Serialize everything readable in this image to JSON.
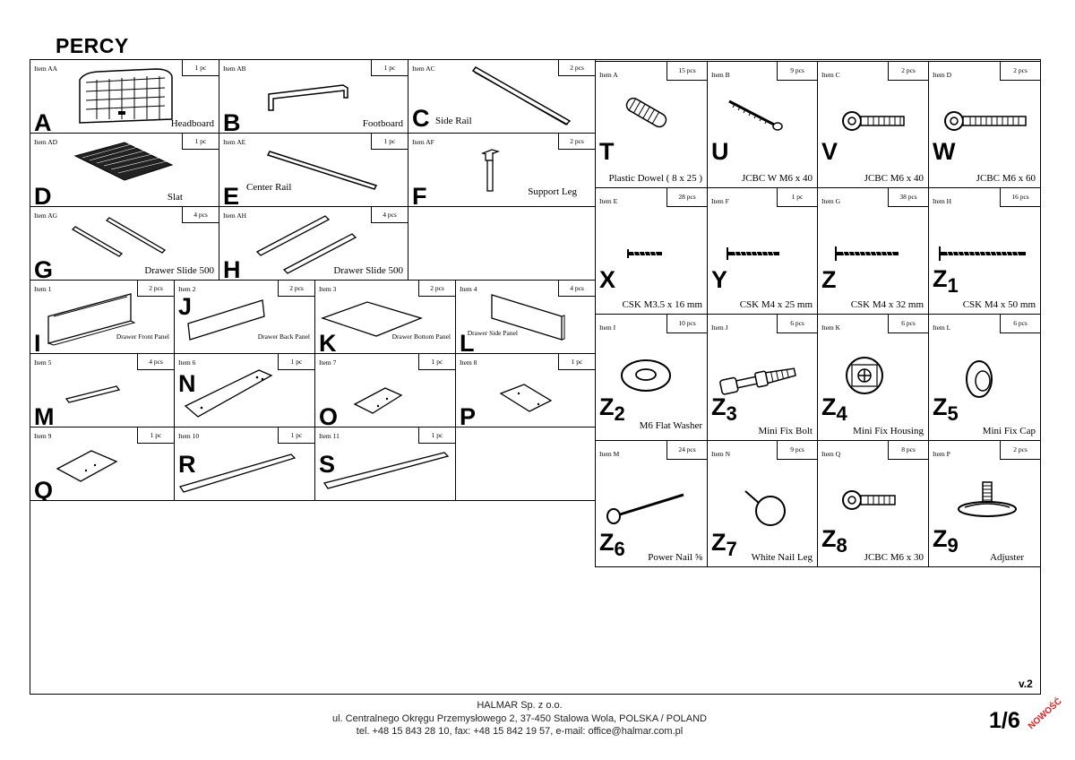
{
  "title": "PERCY",
  "version": "v.2",
  "footer": {
    "company": "HALMAR Sp. z o.o.",
    "address": "ul. Centralnego Okręgu Przemysłowego 2, 37-450 Stalowa Wola, POLSKA / POLAND",
    "contact": "tel. +48 15 843 28 10, fax: +48 15 842 19 57, e-mail: office@halmar.com.pl"
  },
  "page_number": "1/6",
  "stamp": "NOWOŚĆ",
  "parts": {
    "A": {
      "code": "Item AA",
      "qty": "1 pc",
      "letter": "A",
      "name": "Headboard"
    },
    "B": {
      "code": "Item AB",
      "qty": "1 pc",
      "letter": "B",
      "name": "Footboard"
    },
    "C": {
      "code": "Item AC",
      "qty": "2 pcs",
      "letter": "C",
      "name": "Side Rail"
    },
    "D": {
      "code": "Item AD",
      "qty": "1 pc",
      "letter": "D",
      "name": "Slat"
    },
    "E": {
      "code": "Item AE",
      "qty": "1 pc",
      "letter": "E",
      "name": "Center Rail"
    },
    "F": {
      "code": "Item AF",
      "qty": "2 pcs",
      "letter": "F",
      "name": "Support Leg"
    },
    "G": {
      "code": "Item AG",
      "qty": "4 pcs",
      "letter": "G",
      "name": "Drawer Slide 500"
    },
    "H": {
      "code": "Item AH",
      "qty": "4 pcs",
      "letter": "H",
      "name": "Drawer Slide 500"
    },
    "I": {
      "code": "Item 1",
      "qty": "2 pcs",
      "letter": "I",
      "name": "Drawer Front Panel"
    },
    "J": {
      "code": "Item 2",
      "qty": "2 pcs",
      "letter": "J",
      "name": "Drawer Back Panel"
    },
    "K": {
      "code": "Item 3",
      "qty": "2 pcs",
      "letter": "K",
      "name": "Drawer Bottom Panel"
    },
    "L": {
      "code": "Item 4",
      "qty": "4 pcs",
      "letter": "L",
      "name": "Drawer Side Panel"
    },
    "M": {
      "code": "Item 5",
      "qty": "4 pcs",
      "letter": "M",
      "name": ""
    },
    "N": {
      "code": "Item 6",
      "qty": "1 pc",
      "letter": "N",
      "name": ""
    },
    "O": {
      "code": "Item 7",
      "qty": "1 pc",
      "letter": "O",
      "name": ""
    },
    "P": {
      "code": "Item 8",
      "qty": "1 pc",
      "letter": "P",
      "name": ""
    },
    "Q": {
      "code": "Item 9",
      "qty": "1 pc",
      "letter": "Q",
      "name": ""
    },
    "R": {
      "code": "Item 10",
      "qty": "1 pc",
      "letter": "R",
      "name": ""
    },
    "S": {
      "code": "Item 11",
      "qty": "1 pc",
      "letter": "S",
      "name": ""
    }
  },
  "hardware": {
    "T": {
      "code": "Item A",
      "qty": "15 pcs",
      "letter": "T",
      "sub": "",
      "name": "Plastic Dowel ( 8 x 25 )"
    },
    "U": {
      "code": "Item B",
      "qty": "9 pcs",
      "letter": "U",
      "sub": "",
      "name": "JCBC W M6 x 40"
    },
    "V": {
      "code": "Item C",
      "qty": "2 pcs",
      "letter": "V",
      "sub": "",
      "name": "JCBC M6 x 40"
    },
    "W": {
      "code": "Item D",
      "qty": "2 pcs",
      "letter": "W",
      "sub": "",
      "name": "JCBC M6 x 60"
    },
    "X": {
      "code": "Item E",
      "qty": "28 pcs",
      "letter": "X",
      "sub": "",
      "name": "CSK M3.5 x 16 mm"
    },
    "Y": {
      "code": "Item F",
      "qty": "1 pc",
      "letter": "Y",
      "sub": "",
      "name": "CSK M4 x 25 mm"
    },
    "Z": {
      "code": "Item G",
      "qty": "38 pcs",
      "letter": "Z",
      "sub": "",
      "name": "CSK M4 x 32 mm"
    },
    "Z1": {
      "code": "Item H",
      "qty": "16 pcs",
      "letter": "Z",
      "sub": "1",
      "name": "CSK M4 x 50 mm"
    },
    "Z2": {
      "code": "Item I",
      "qty": "10 pcs",
      "letter": "Z",
      "sub": "2",
      "name": "M6 Flat Washer"
    },
    "Z3": {
      "code": "Item J",
      "qty": "6 pcs",
      "letter": "Z",
      "sub": "3",
      "name": "Mini Fix Bolt"
    },
    "Z4": {
      "code": "Item K",
      "qty": "6 pcs",
      "letter": "Z",
      "sub": "4",
      "name": "Mini Fix Housing"
    },
    "Z5": {
      "code": "Item L",
      "qty": "6 pcs",
      "letter": "Z",
      "sub": "5",
      "name": "Mini Fix Cap"
    },
    "Z6": {
      "code": "Item M",
      "qty": "24 pcs",
      "letter": "Z",
      "sub": "6",
      "name": "Power Nail ⅝"
    },
    "Z7": {
      "code": "Item N",
      "qty": "9 pcs",
      "letter": "Z",
      "sub": "7",
      "name": "White Nail Leg"
    },
    "Z8": {
      "code": "Item Q",
      "qty": "8 pcs",
      "letter": "Z",
      "sub": "8",
      "name": "JCBC M6 x 30"
    },
    "Z9": {
      "code": "Item P",
      "qty": "2 pcs",
      "letter": "Z",
      "sub": "9",
      "name": "Adjuster"
    }
  }
}
